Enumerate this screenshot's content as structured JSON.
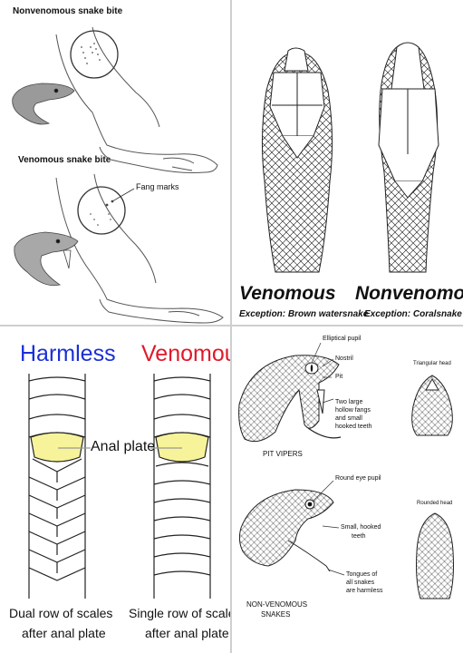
{
  "bite_panel": {
    "nonvenomous_title": "Nonvenomous snake bite",
    "venomous_title": "Venomous snake bite",
    "fang_marks_label": "Fang marks"
  },
  "head_panel": {
    "venomous_title": "Venomous",
    "venomous_exception": "Exception: Brown watersnake",
    "nonvenomous_title": "Nonvenomous",
    "nonvenomous_exception": "Exception: Coralsnake"
  },
  "scale_panel": {
    "harmless_title": "Harmless",
    "venomous_title": "Venomous",
    "anal_plate_label": "Anal plate",
    "harmless_caption_line1": "Dual row of scales",
    "harmless_caption_line2": "after anal plate",
    "venomous_caption_line1": "Single row of scales",
    "venomous_caption_line2": "after anal plate",
    "harmless_color": "#1a2fd6",
    "venomous_color": "#e0192a",
    "plate_fill": "#f7f39a"
  },
  "viper_panel": {
    "elliptical_pupil": "Elliptical pupil",
    "nostril": "Nostril",
    "pit": "Pit",
    "large_fangs_line1": "Two large",
    "large_fangs_line2": "hollow fangs",
    "large_fangs_line3": "and small",
    "large_fangs_line4": "hooked teeth",
    "triangular_head": "Triangular head",
    "pit_vipers": "PIT VIPERS",
    "round_pupil": "Round eye pupil",
    "rounded_head": "Rounded head",
    "small_teeth_line1": "Small, hooked",
    "small_teeth_line2": "teeth",
    "tongues_line1": "Tongues of",
    "tongues_line2": "all snakes",
    "tongues_line3": "are harmless",
    "non_venomous_line1": "NON-VENOMOUS",
    "non_venomous_line2": "SNAKES"
  }
}
